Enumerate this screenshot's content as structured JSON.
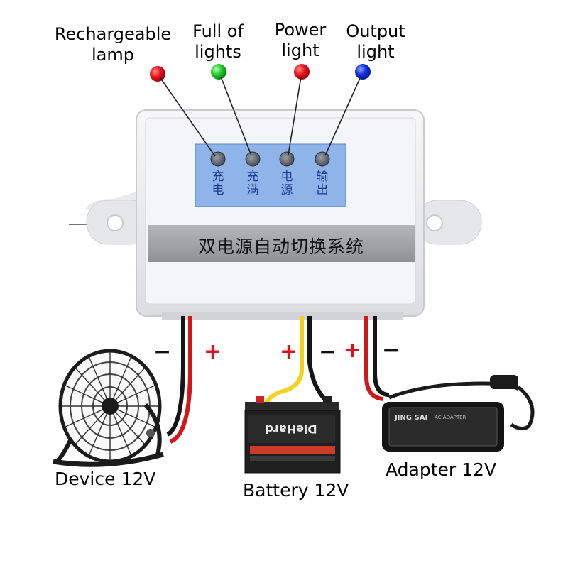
{
  "indicators": [
    {
      "label": "Rechargeable lamp",
      "color": "#e8141c",
      "panel_text": "充电"
    },
    {
      "label": "Full of lights",
      "color": "#22cc2a",
      "panel_text": "充满"
    },
    {
      "label": "Power light",
      "color": "#e8141c",
      "panel_text": "电源"
    },
    {
      "label": "Output light",
      "color": "#1030e0",
      "panel_text": "输出"
    }
  ],
  "module": {
    "title": "双电源自动切换系统"
  },
  "devices": [
    {
      "name": "Device 12V",
      "icon": "desk-fan-icon"
    },
    {
      "name": "Battery 12V",
      "icon": "car-battery-icon",
      "brand": "DieHard"
    },
    {
      "name": "Adapter 12V",
      "icon": "power-adapter-icon",
      "brand": "JING SAI",
      "subtitle": "AC ADAPTER"
    }
  ],
  "polarity": {
    "plus": "+",
    "minus": "−"
  },
  "colors": {
    "panel_blue": "#8fb4ea",
    "housing": "#f1f2f4",
    "title_band": "#a6a8ab",
    "wire_red": "#d01818",
    "wire_yellow": "#f2d21a",
    "wire_black": "#151515"
  }
}
